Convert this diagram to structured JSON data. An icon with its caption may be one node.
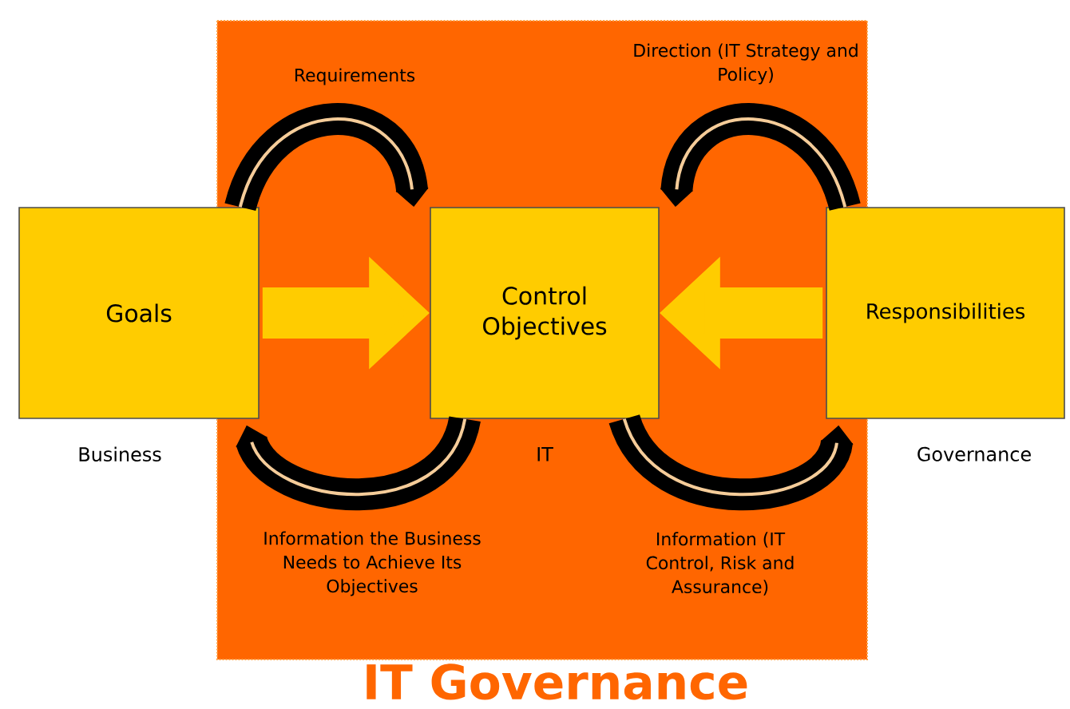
{
  "diagram": {
    "title": "IT Governance",
    "nodes": [
      {
        "text": [
          "Goals"
        ],
        "beside": [
          "Business"
        ]
      },
      {
        "text": [
          "Control Objectives"
        ],
        "beside": [
          "IT"
        ]
      },
      {
        "text": [
          "Responsibilities"
        ],
        "beside": [
          "Governance"
        ]
      }
    ],
    "edges": [
      {
        "from": 0,
        "to": 1,
        "arrow": "to",
        "color": "#ffcc00"
      },
      {
        "from": 2,
        "to": 1,
        "arrow": "to",
        "color": "#ffcc00"
      },
      {
        "from": 0,
        "to": 1,
        "arrow": "to",
        "label": "Requirements"
      },
      {
        "from": 2,
        "to": 1,
        "arrow": "to",
        "label": "Direction (IT Strategy and Policy)"
      },
      {
        "from": 1,
        "to": 0,
        "arrow": "to",
        "label": "Information the Business Needs to Achieve Its Objectives"
      },
      {
        "from": 1,
        "to": 2,
        "arrow": "to",
        "label": "Information (IT Control, Risk and Assurance)"
      }
    ]
  }
}
